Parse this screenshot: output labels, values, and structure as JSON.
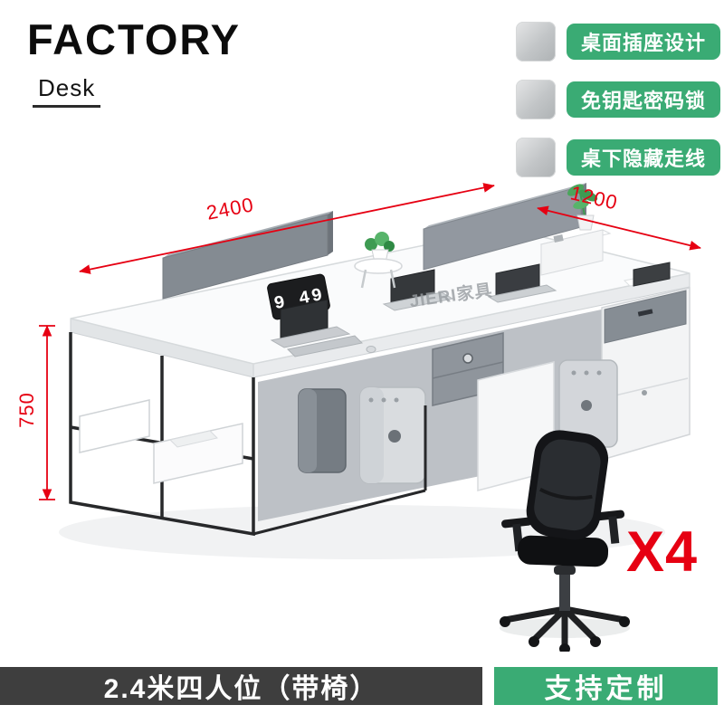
{
  "brand": {
    "title": "FACTORY",
    "subtitle": "Desk"
  },
  "feature_badges": [
    {
      "label": "桌面插座设计"
    },
    {
      "label": "免钥匙密码锁"
    },
    {
      "label": "桌下隐藏走线"
    }
  ],
  "dimensions": {
    "length_mm": "2400",
    "depth_mm": "1200",
    "height_mm": "750"
  },
  "desk": {
    "clock_display": "9 49",
    "watermark": "JIERI家具"
  },
  "quantity": {
    "label": "X4"
  },
  "footer": {
    "product_name": "2.4米四人位（带椅）",
    "customize_label": "支持定制"
  },
  "colors": {
    "badge_green": "#3aab74",
    "accent_red": "#e60012",
    "footer_bar_grey": "#3e3e3e",
    "partition_grey": "#848b92",
    "frame_black": "#27282a"
  }
}
